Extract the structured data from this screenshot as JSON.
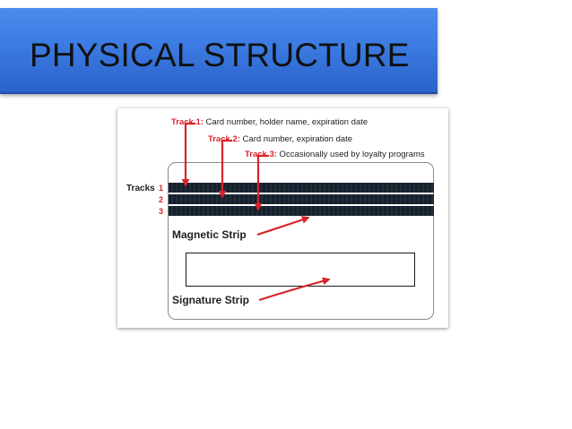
{
  "slide": {
    "title": "PHYSICAL STRUCTURE"
  },
  "diagram": {
    "tracks": [
      {
        "name": "Track 1:",
        "desc": " Card number, holder name, expiration date"
      },
      {
        "name": "Track 2:",
        "desc": " Card number, expiration date"
      },
      {
        "name": "Track 3:",
        "desc": " Occasionally used by loyalty programs"
      }
    ],
    "tracks_label": "Tracks",
    "track_numbers": [
      "1",
      "2",
      "3"
    ],
    "magnetic_strip_label": "Magnetic Strip",
    "signature_strip_label": "Signature Strip",
    "colors": {
      "accent_red": "#d8232a",
      "stripe_dark": "#16202c",
      "title_bar": "#3b7be2"
    }
  }
}
